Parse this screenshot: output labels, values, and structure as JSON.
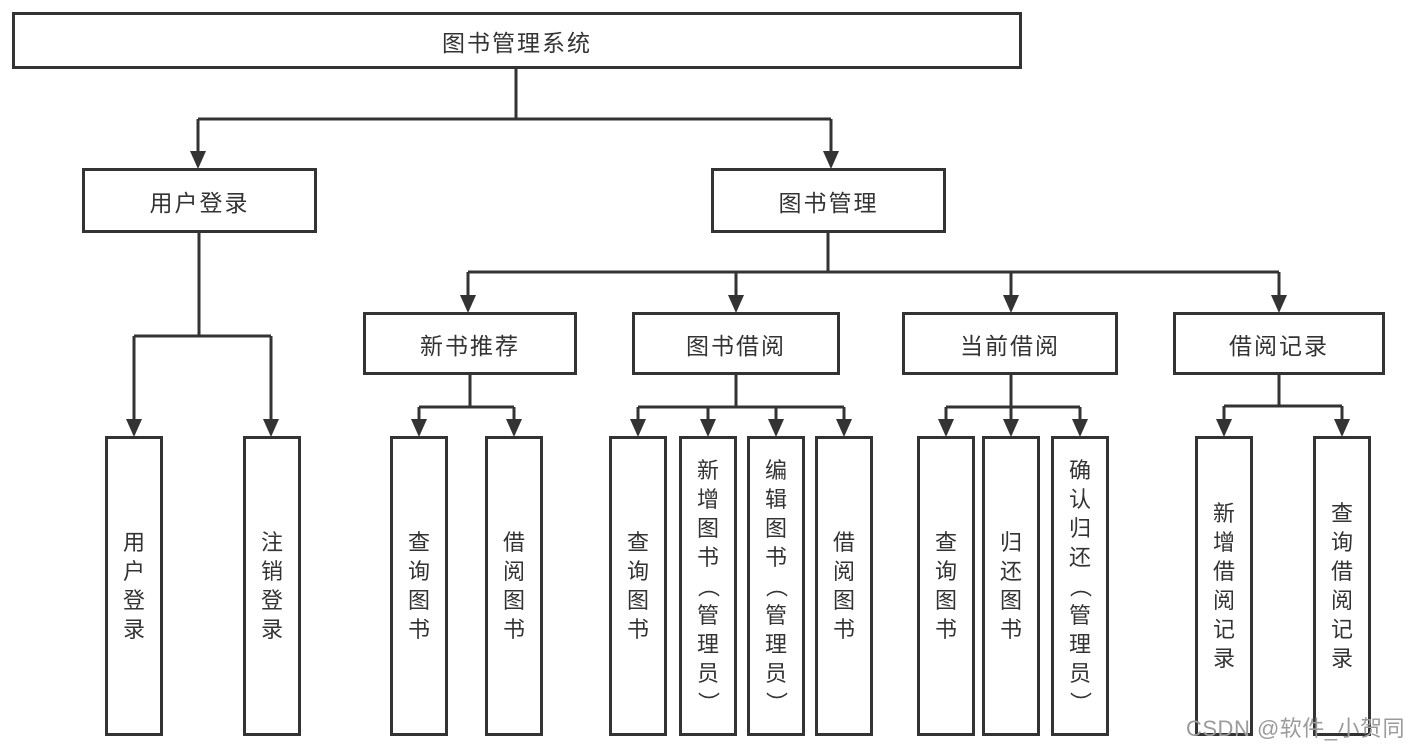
{
  "colors": {
    "line": "#333333",
    "text": "#333333",
    "box_background": "#ffffff",
    "page_background": "#ffffff",
    "watermark": "#9b9b9b"
  },
  "watermark": {
    "text": "CSDN @软件_小贺同学"
  },
  "tree": {
    "root": {
      "label": "图书管理系统"
    },
    "branches": [
      {
        "label": "用户登录",
        "children": [
          {
            "label": "用户登录"
          },
          {
            "label": "注销登录"
          }
        ]
      },
      {
        "label": "图书管理",
        "children": [
          {
            "label": "新书推荐",
            "children": [
              {
                "label": "查询图书"
              },
              {
                "label": "借阅图书"
              }
            ]
          },
          {
            "label": "图书借阅",
            "children": [
              {
                "label": "查询图书"
              },
              {
                "label": "新增图书（管理员）"
              },
              {
                "label": "编辑图书（管理员）"
              },
              {
                "label": "借阅图书"
              }
            ]
          },
          {
            "label": "当前借阅",
            "children": [
              {
                "label": "查询图书"
              },
              {
                "label": "归还图书"
              },
              {
                "label": "确认归还（管理员）"
              }
            ]
          },
          {
            "label": "借阅记录",
            "children": [
              {
                "label": "新增借阅记录"
              },
              {
                "label": "查询借阅记录"
              }
            ]
          }
        ]
      }
    ]
  }
}
